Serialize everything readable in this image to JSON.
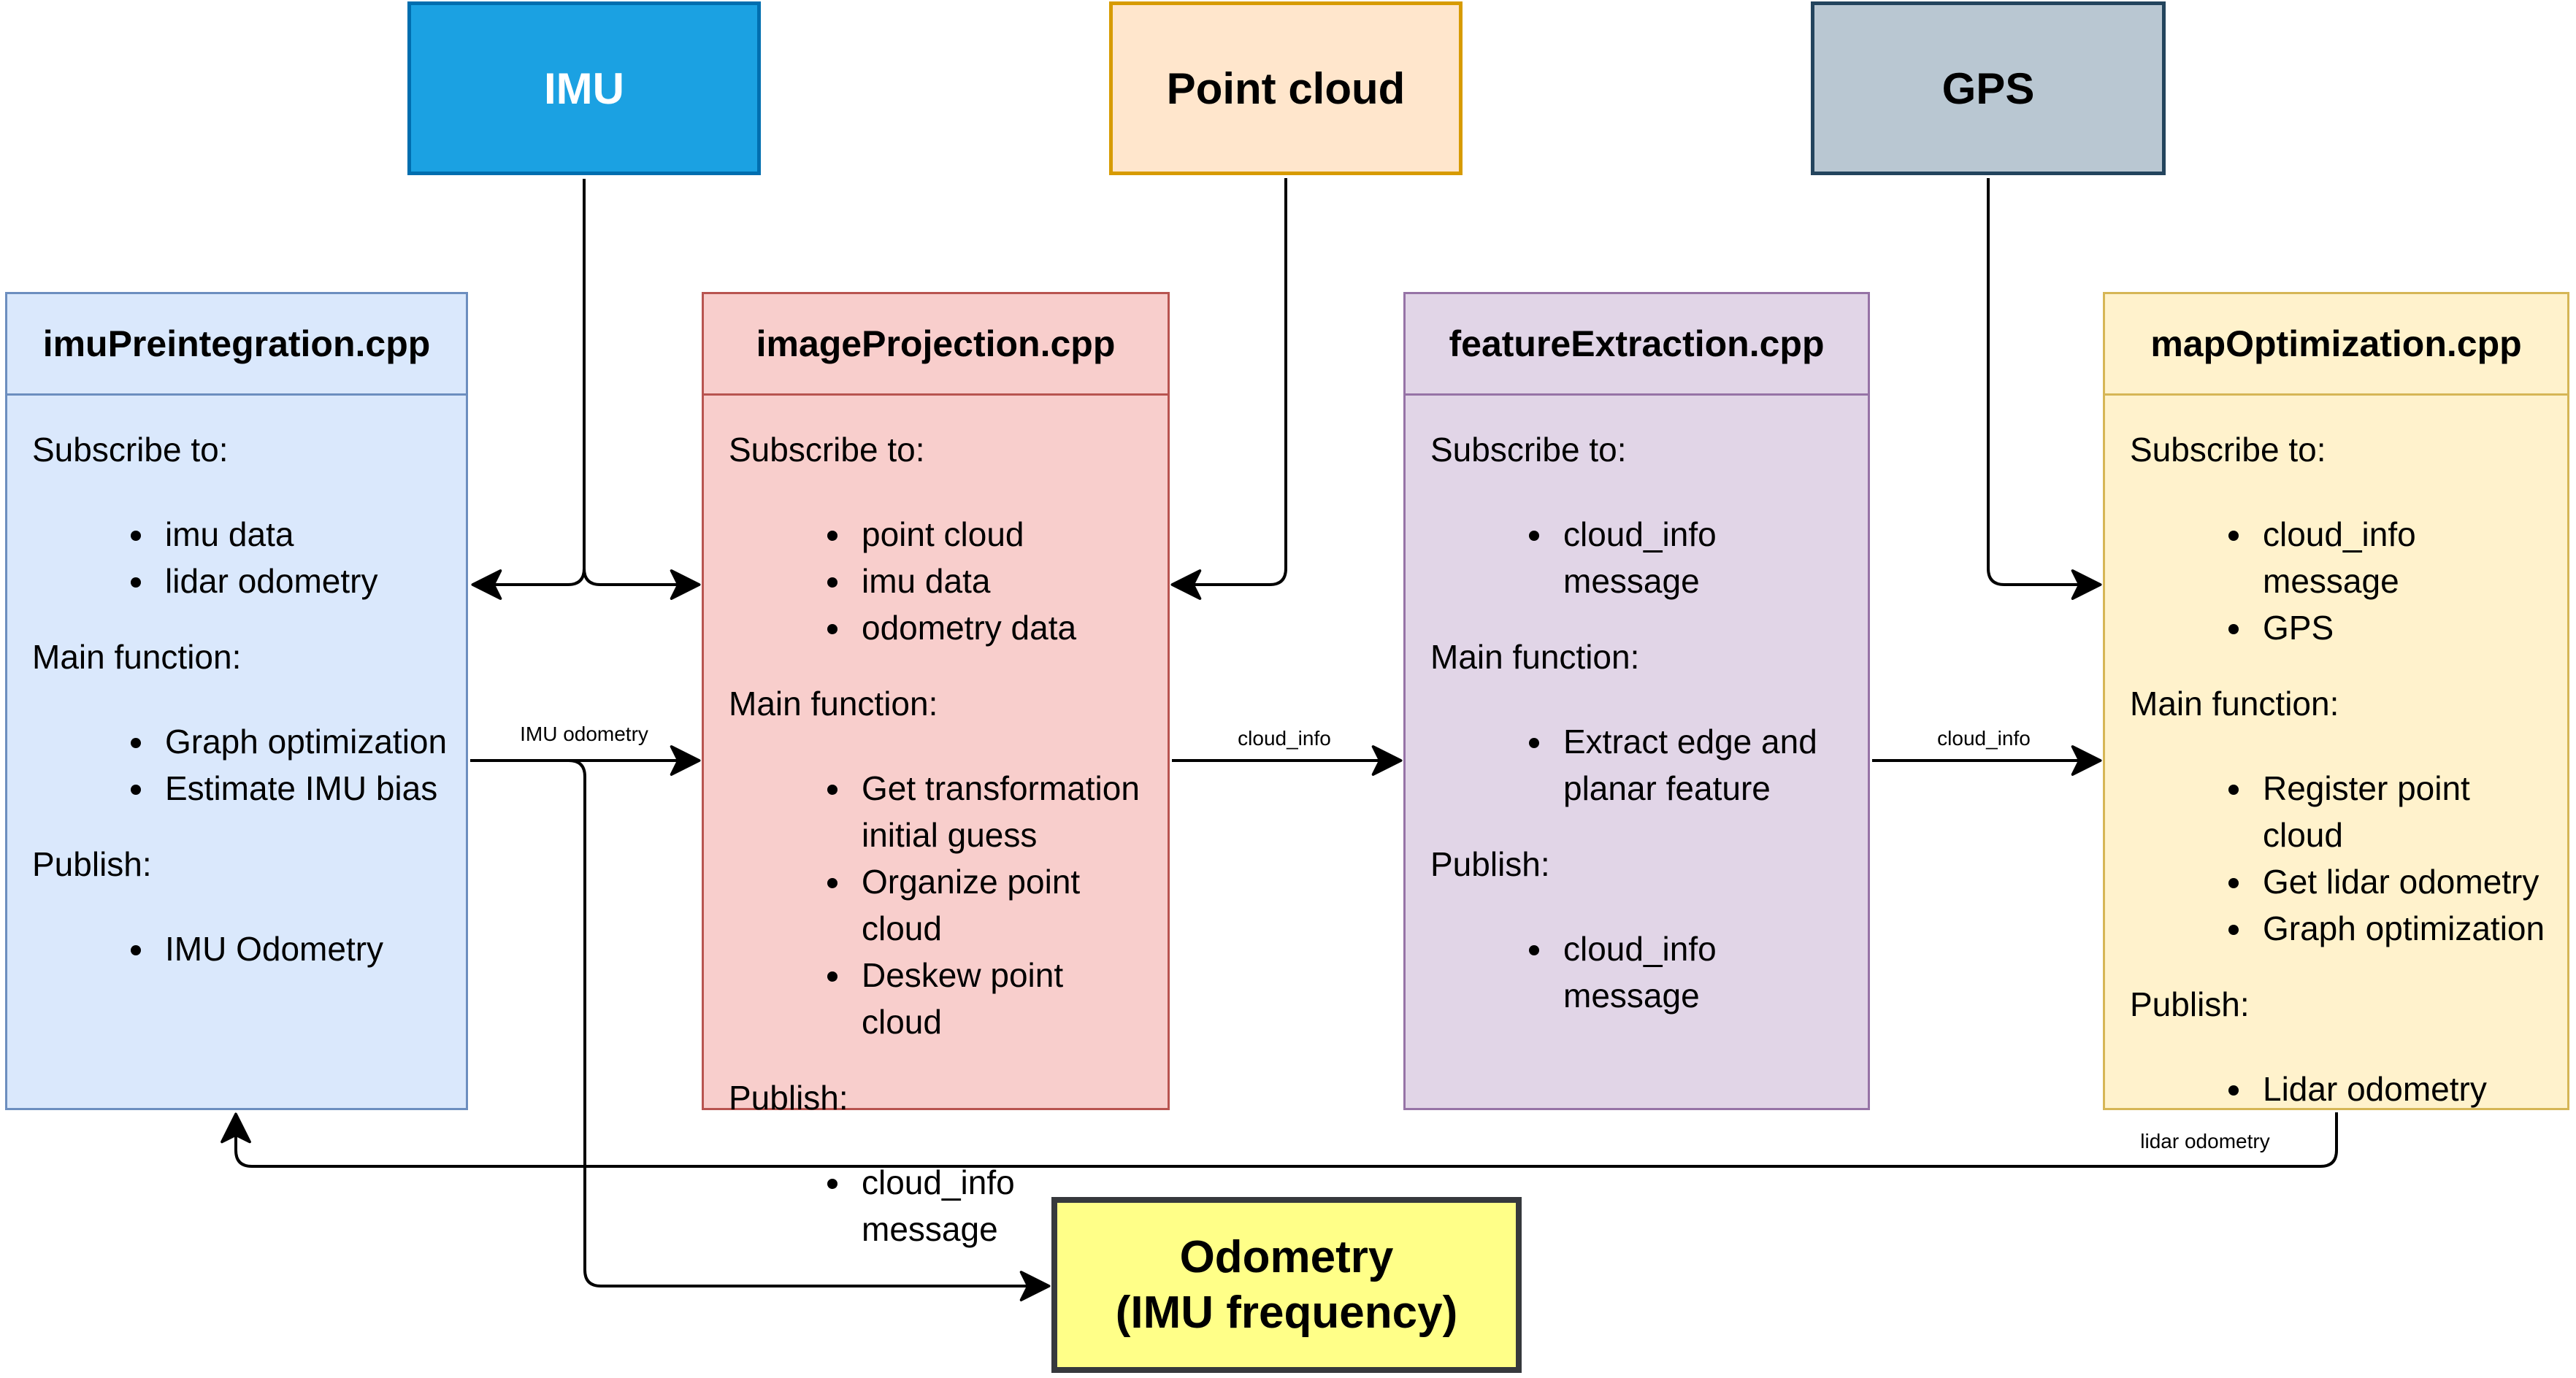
{
  "diagram": {
    "sources": [
      {
        "label": "IMU"
      },
      {
        "label": "Point cloud"
      },
      {
        "label": "GPS"
      }
    ],
    "nodes": [
      {
        "title": "imuPreintegration.cpp",
        "sections": [
          {
            "heading": "Subscribe to:",
            "items": [
              "imu data",
              "lidar odometry"
            ]
          },
          {
            "heading": "Main function:",
            "items": [
              "Graph optimization",
              "Estimate IMU bias"
            ]
          },
          {
            "heading": "Publish:",
            "items": [
              "IMU Odometry"
            ]
          }
        ]
      },
      {
        "title": "imageProjection.cpp",
        "sections": [
          {
            "heading": "Subscribe to:",
            "items": [
              "point cloud",
              "imu data",
              "odometry data"
            ]
          },
          {
            "heading": "Main function:",
            "items": [
              "Get transformation initial guess",
              "Organize point cloud",
              "Deskew point cloud"
            ]
          },
          {
            "heading": "Publish:",
            "items": [
              "cloud_info message"
            ]
          }
        ]
      },
      {
        "title": "featureExtraction.cpp",
        "sections": [
          {
            "heading": "Subscribe to:",
            "items": [
              "cloud_info message"
            ]
          },
          {
            "heading": "Main function:",
            "items": [
              "Extract edge and planar feature"
            ]
          },
          {
            "heading": "Publish:",
            "items": [
              "cloud_info message"
            ]
          }
        ]
      },
      {
        "title": "mapOptimization.cpp",
        "sections": [
          {
            "heading": "Subscribe to:",
            "items": [
              "cloud_info message",
              "GPS"
            ]
          },
          {
            "heading": "Main function:",
            "items": [
              "Register point cloud",
              "Get lidar odometry",
              "Graph optimization"
            ]
          },
          {
            "heading": "Publish:",
            "items": [
              "Lidar odometry"
            ]
          }
        ]
      }
    ],
    "output": {
      "line1": "Odometry",
      "line2": "(IMU frequency)"
    },
    "edge_labels": {
      "imu_odometry": "IMU odometry",
      "cloud_info_1": "cloud_info",
      "cloud_info_2": "cloud_info",
      "lidar_odometry": "lidar odometry"
    },
    "colors": {
      "arrow": "#000000",
      "imu_fill": "#1BA1E2",
      "imu_border": "#006EAF",
      "imu_text": "#FFFFFF",
      "pointcloud_fill": "#FFE6CC",
      "pointcloud_border": "#D79B00",
      "gps_fill": "#B9C7D2",
      "gps_border": "#23445D",
      "imupreintegration_fill": "#DAE8FC",
      "imupreintegration_border": "#6C8EBF",
      "imageprojection_fill": "#F8CECC",
      "imageprojection_border": "#B85450",
      "featureextraction_fill": "#E1D5E7",
      "featureextraction_border": "#9673A6",
      "mapoptimization_fill": "#FFF2CC",
      "mapoptimization_border": "#D6B656",
      "output_fill": "#FFFF88",
      "output_border": "#36393D"
    }
  }
}
